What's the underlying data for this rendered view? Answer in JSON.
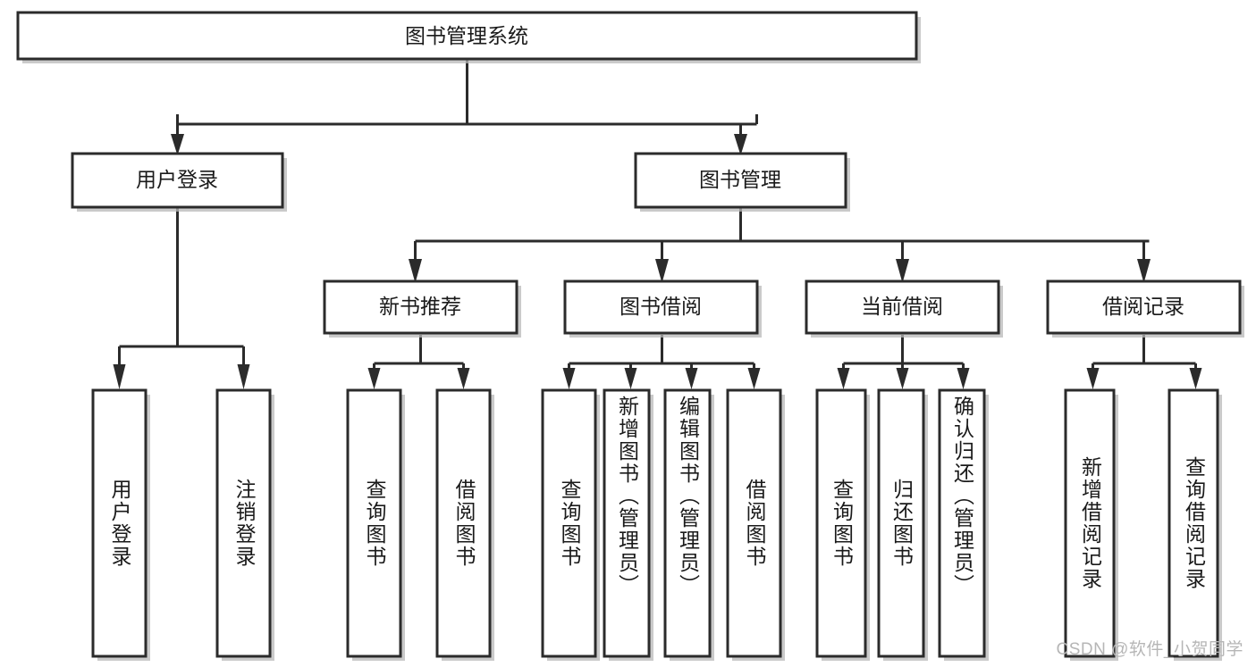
{
  "diagram": {
    "type": "tree",
    "title": "图书管理系统",
    "root": {
      "id": "root",
      "label": "图书管理系统",
      "orientation": "horizontal"
    },
    "level2": [
      {
        "id": "user-login",
        "label": "用户登录"
      },
      {
        "id": "book-manage",
        "label": "图书管理"
      }
    ],
    "level3": [
      {
        "id": "new-book-rec",
        "label": "新书推荐",
        "parent": "book-manage"
      },
      {
        "id": "book-borrow",
        "label": "图书借阅",
        "parent": "book-manage"
      },
      {
        "id": "current-borrow",
        "label": "当前借阅",
        "parent": "book-manage"
      },
      {
        "id": "borrow-record",
        "label": "借阅记录",
        "parent": "book-manage"
      }
    ],
    "leaves": [
      {
        "id": "leaf-user-login",
        "label": "用户登录",
        "parent": "user-login"
      },
      {
        "id": "leaf-logout",
        "label": "注销登录",
        "parent": "user-login"
      },
      {
        "id": "leaf-query-book-1",
        "label": "查询图书",
        "parent": "new-book-rec"
      },
      {
        "id": "leaf-borrow-book-1",
        "label": "借阅图书",
        "parent": "new-book-rec"
      },
      {
        "id": "leaf-query-book-2",
        "label": "查询图书",
        "parent": "book-borrow"
      },
      {
        "id": "leaf-add-book",
        "label": "新增图书（管理员）",
        "parent": "book-borrow"
      },
      {
        "id": "leaf-edit-book",
        "label": "编辑图书（管理员）",
        "parent": "book-borrow"
      },
      {
        "id": "leaf-borrow-book-2",
        "label": "借阅图书",
        "parent": "book-borrow"
      },
      {
        "id": "leaf-query-book-3",
        "label": "查询图书",
        "parent": "current-borrow"
      },
      {
        "id": "leaf-return-book",
        "label": "归还图书",
        "parent": "current-borrow"
      },
      {
        "id": "leaf-confirm-return",
        "label": "确认归还（管理员）",
        "parent": "current-borrow"
      },
      {
        "id": "leaf-add-record",
        "label": "新增借阅记录",
        "parent": "borrow-record"
      },
      {
        "id": "leaf-query-record",
        "label": "查询借阅记录",
        "parent": "borrow-record"
      }
    ],
    "colors": {
      "box_stroke": "#2b2b2b",
      "box_fill": "#ffffff",
      "connector": "#2b2b2b",
      "text": "#1a1a1a",
      "shadow": "#b8b8b8",
      "watermark": "#b6b6b6",
      "background": "#ffffff"
    }
  },
  "watermark": {
    "text": "CSDN @软件_小贺同学"
  }
}
